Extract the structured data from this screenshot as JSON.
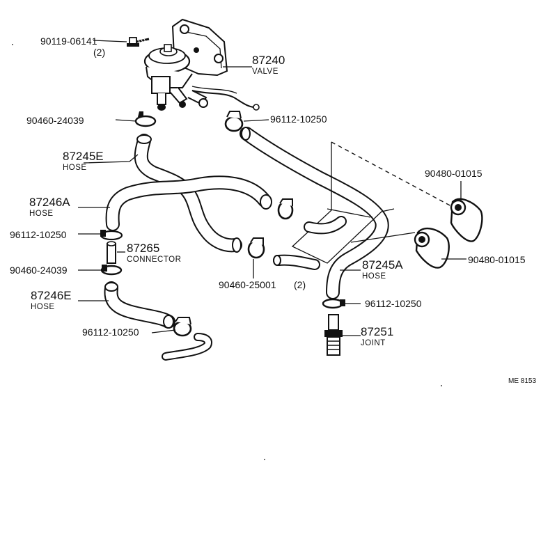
{
  "diagram_id": "ME 8153",
  "parts": {
    "bolt": {
      "number": "90119-06141",
      "qty": "(2)"
    },
    "valve": {
      "number": "87240",
      "name": "VALVE"
    },
    "clip_top": {
      "number": "90460-24039"
    },
    "clamp_top": {
      "number": "96112-10250"
    },
    "hose_e": {
      "number": "87245E",
      "name": "HOSE"
    },
    "hose_a_left": {
      "number": "87246A",
      "name": "HOSE"
    },
    "clamp_left1": {
      "number": "96112-10250"
    },
    "connector": {
      "number": "87265",
      "name": "CONNECTOR"
    },
    "clip_left": {
      "number": "90460-24039"
    },
    "hose_e_lower": {
      "number": "87246E",
      "name": "HOSE"
    },
    "clamp_left2": {
      "number": "96112-10250"
    },
    "clip_mid": {
      "number": "90460-25001",
      "qty": "(2)"
    },
    "grommet_top": {
      "number": "90480-01015"
    },
    "grommet_bottom": {
      "number": "90480-01015"
    },
    "hose_right": {
      "number": "87245A",
      "name": "HOSE"
    },
    "clamp_right": {
      "number": "96112-10250"
    },
    "joint": {
      "number": "87251",
      "name": "JOINT"
    }
  }
}
